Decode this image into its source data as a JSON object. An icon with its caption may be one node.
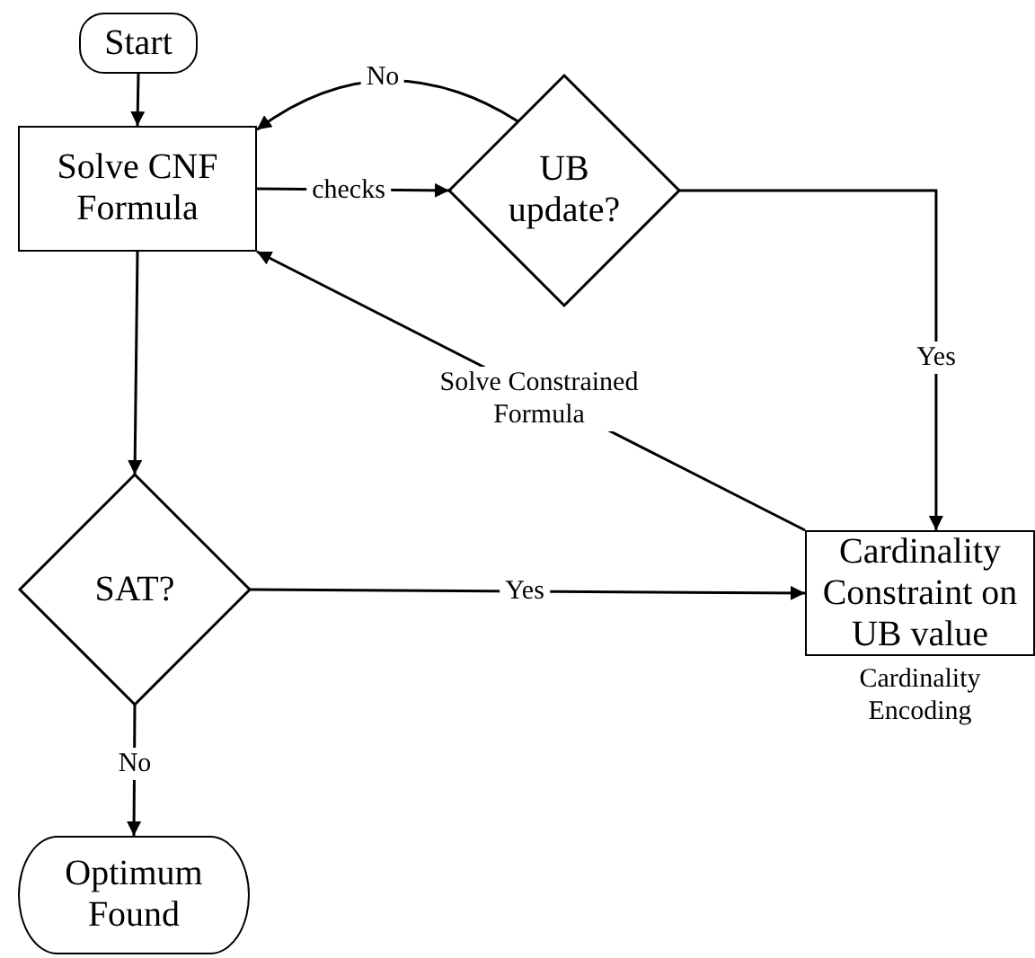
{
  "diagram": {
    "nodes": [
      {
        "text": [
          "Start"
        ]
      },
      {
        "text": [
          "Solve CNF Formula"
        ]
      },
      {
        "text": [
          "UB update?"
        ]
      },
      {
        "text": [
          "SAT?"
        ]
      },
      {
        "text": [
          "Optimum Found"
        ]
      },
      {
        "text": [
          "Cardinality Constraint on UB value"
        ],
        "beside": [
          "Cardinality Encoding"
        ]
      }
    ],
    "edges": [
      {
        "from": 0,
        "to": 1,
        "arrow": "to"
      },
      {
        "from": 1,
        "to": 2,
        "arrow": "to",
        "label": "checks"
      },
      {
        "from": 2,
        "to": 1,
        "arrow": "to",
        "label": "No"
      },
      {
        "from": 2,
        "to": 5,
        "arrow": "to",
        "label": "Yes"
      },
      {
        "from": 5,
        "to": 1,
        "arrow": "to",
        "label": "Solve Constrained Formula"
      },
      {
        "from": 1,
        "to": 3,
        "arrow": "to"
      },
      {
        "from": 3,
        "to": 5,
        "arrow": "to",
        "label": "Yes"
      },
      {
        "from": 3,
        "to": 4,
        "arrow": "to",
        "label": "No"
      }
    ]
  }
}
